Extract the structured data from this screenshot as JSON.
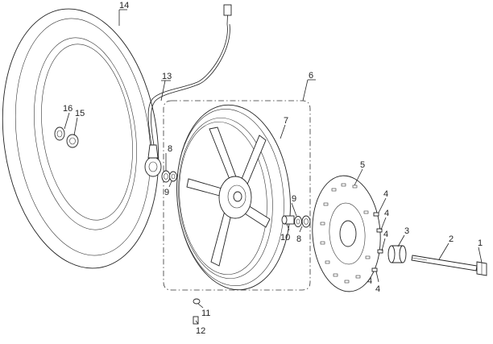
{
  "callouts": {
    "c1": "1",
    "c2": "2",
    "c3": "3",
    "c4a": "4",
    "c4b": "4",
    "c4c": "4",
    "c4d": "4",
    "c4e": "4",
    "c5": "5",
    "c6": "6",
    "c7": "7",
    "c8a": "8",
    "c8b": "8",
    "c9a": "9",
    "c9b": "9",
    "c10": "10",
    "c11": "11",
    "c12": "12",
    "c13": "13",
    "c14": "14",
    "c15": "15",
    "c16": "16"
  }
}
